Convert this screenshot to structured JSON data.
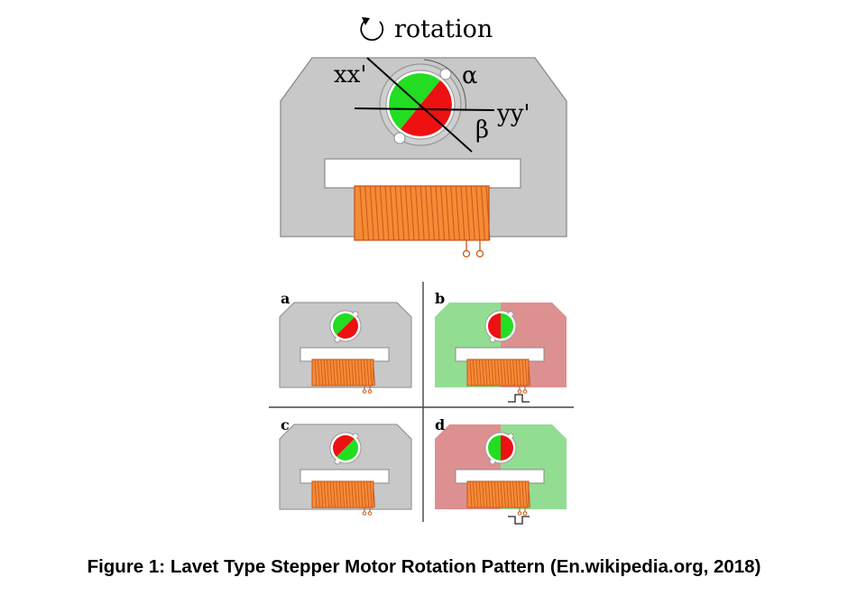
{
  "rotation_label": "rotation",
  "axis_labels": {
    "xx": "xx'",
    "yy": "yy'",
    "alpha": "α",
    "beta": "β"
  },
  "panel_labels": {
    "a": "a",
    "b": "b",
    "c": "c",
    "d": "d"
  },
  "caption": "Figure 1: Lavet Type Stepper Motor Rotation Pattern (En.wikipedia.org, 2018)",
  "colors": {
    "stator": "#c8c8c8",
    "stator_stroke": "#8a8a8a",
    "coil": "#f58b35",
    "coil_line": "#c8561a",
    "rotor_green": "#22dd22",
    "rotor_red": "#ee1111",
    "field_green": "#93dd93",
    "field_red": "#dd9090"
  }
}
